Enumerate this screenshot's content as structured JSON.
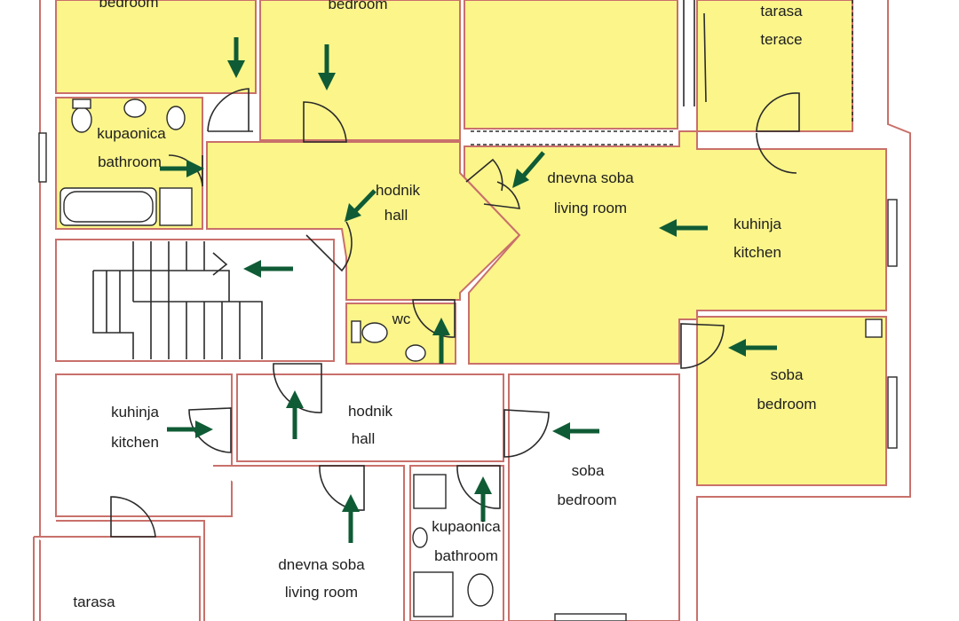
{
  "colors": {
    "room_fill": "#fbf58a",
    "wall": "#c9706b",
    "arrow": "#0f5b35",
    "unheated": "#ffffff"
  },
  "labels": {
    "bedroom_top_left": "bedroom",
    "bedroom_top_center": "bedroom",
    "terrace_top": [
      "tarasa",
      "terace"
    ],
    "bathroom_upper": [
      "kupaonica",
      "bathroom"
    ],
    "hall_upper": [
      "hodnik",
      "hall"
    ],
    "living_upper": [
      "dnevna soba",
      "living room"
    ],
    "kitchen_right": [
      "kuhinja",
      "kitchen"
    ],
    "wc": "wc",
    "bedroom_right": [
      "soba",
      "bedroom"
    ],
    "kitchen_left": [
      "kuhinja",
      "kitchen"
    ],
    "hall_lower": [
      "hodnik",
      "hall"
    ],
    "bedroom_lower": [
      "soba",
      "bedroom"
    ],
    "living_lower": [
      "dnevna soba",
      "living room"
    ],
    "bathroom_lower": [
      "kupaonica",
      "bathroom"
    ],
    "terrace_bottom": "tarasa"
  }
}
